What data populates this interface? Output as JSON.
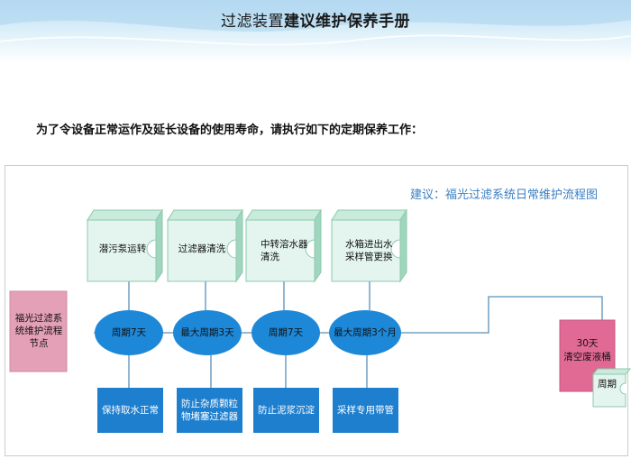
{
  "header": {
    "title_plain": "过滤装置",
    "title_bold": "建议维护保养手册"
  },
  "intro": "为了令设备正常运作及延长设备的使用寿命，请执行如下的定期保养工作：",
  "diagram": {
    "title": "建议：福光过滤系统日常维护流程图",
    "node_start": "福光过滤系统维护流程节点",
    "tasks": [
      "潜污泵运转",
      "过滤器清洗",
      "中转溶水器清洗",
      "水箱进出水采样管更换"
    ],
    "periods": [
      "周期7天",
      "最大周期3天",
      "周期7天",
      "最大周期3个月"
    ],
    "purposes": [
      "保持取水正常",
      "防止杂质颗粒物堵塞过滤器",
      "防止泥浆沉淀",
      "采样专用带管"
    ],
    "end_node": {
      "line1": "30天",
      "line2": "清空废液桶"
    },
    "end_card": "周期",
    "colors": {
      "ellipse": "#1e88d8",
      "purpose_box": "#1e7fcf",
      "start_node": "#e4a0b6",
      "end_node": "#e06a94",
      "card_face": "#e3f5ee",
      "card_edge": "#a6d7c3",
      "line": "#5a8fb7"
    }
  }
}
